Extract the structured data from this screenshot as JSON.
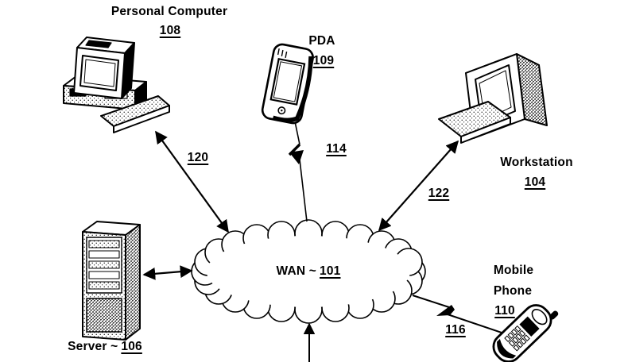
{
  "figure": {
    "type": "network-diagram",
    "colors": {
      "ink": "#000000",
      "background": "#ffffff"
    },
    "nodes": {
      "personal_computer": {
        "label": "Personal Computer",
        "ref": "108",
        "icon": "desktop-computer-icon"
      },
      "pda": {
        "label": "PDA",
        "ref": "109",
        "icon": "pda-icon"
      },
      "workstation": {
        "label": "Workstation",
        "ref": "104",
        "icon": "workstation-icon"
      },
      "server": {
        "label_prefix": "Server ~",
        "ref": "106",
        "icon": "server-tower-icon"
      },
      "mobile_phone": {
        "label_line1": "Mobile",
        "label_line2": "Phone",
        "ref": "110",
        "icon": "mobile-phone-icon"
      },
      "wan_cloud": {
        "label_prefix": "WAN ~",
        "ref": "101",
        "icon": "cloud-icon"
      }
    },
    "connections": {
      "pc_to_wan": {
        "ref": "120",
        "style": "double-headed-arrow"
      },
      "pda_to_wan": {
        "ref": "114",
        "style": "wireless-lightning"
      },
      "workstation_to_wan": {
        "ref": "122",
        "style": "double-headed-arrow"
      },
      "server_to_wan": {
        "style": "double-headed-arrow"
      },
      "phone_to_wan": {
        "ref": "116",
        "style": "wireless-lightning"
      },
      "bottom_to_wan": {
        "style": "arrow-into-cloud"
      }
    }
  }
}
